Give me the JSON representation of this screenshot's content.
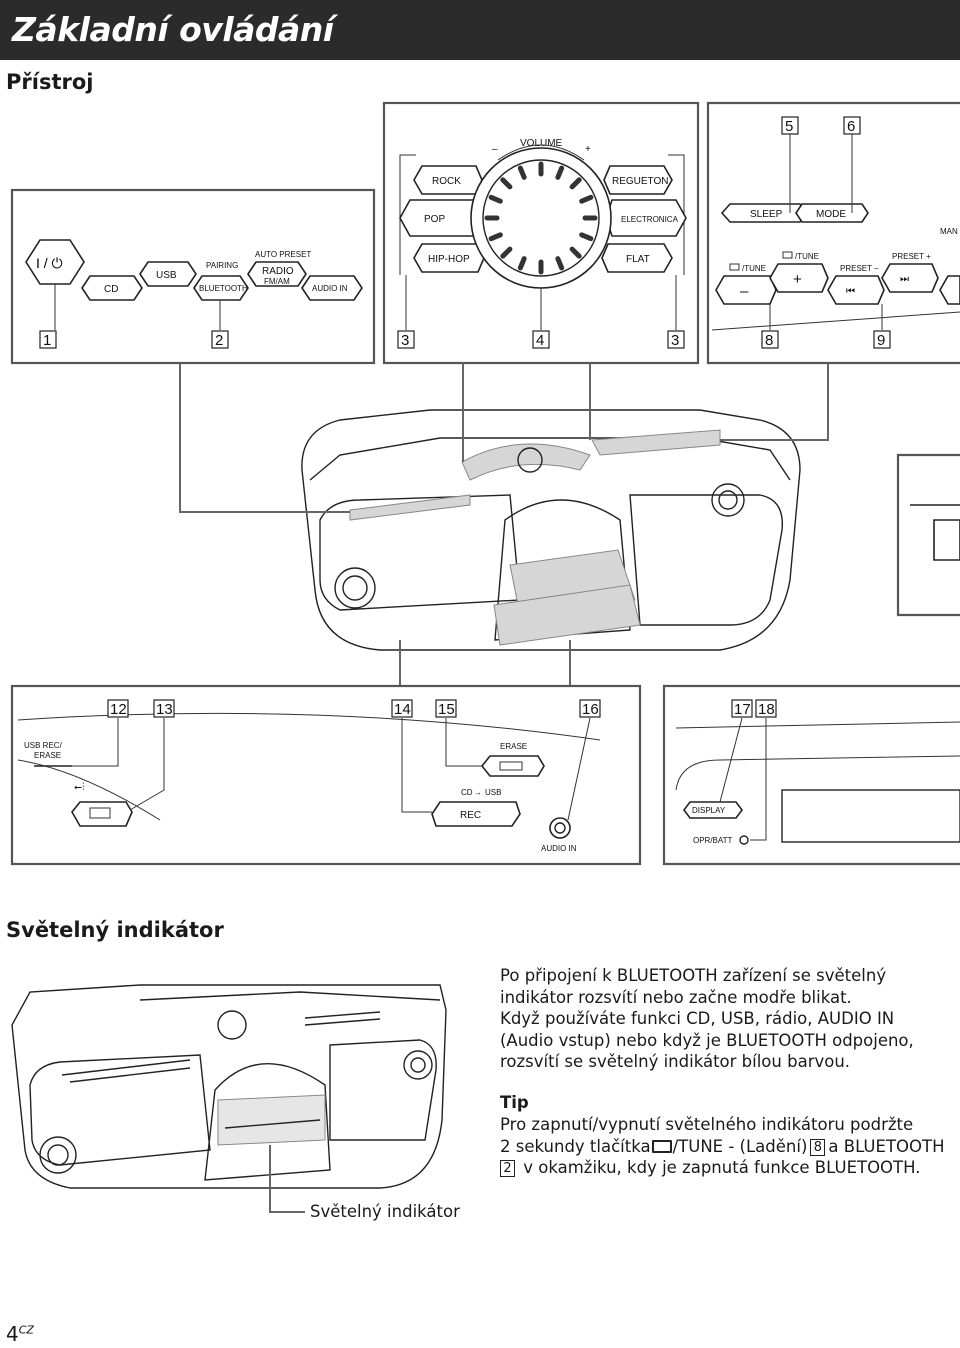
{
  "header": {
    "title": "Základní ovládání"
  },
  "section1": {
    "heading": "Přístroj"
  },
  "panel1": {
    "buttons": {
      "cd": "CD",
      "usb": "USB",
      "bluetooth": "BLUETOOTH",
      "pairing": "PAIRING",
      "radio": "RADIO",
      "fmam": "FM/AM",
      "auto_preset": "AUTO PRESET",
      "audio_in": "AUDIO IN"
    },
    "callouts": [
      "1",
      "2"
    ]
  },
  "panel2": {
    "volume": "VOLUME",
    "minus": "–",
    "plus": "+",
    "buttons": {
      "rock": "ROCK",
      "pop": "POP",
      "hiphop": "HIP-HOP",
      "regueton": "REGUETON",
      "electronica": "ELECTRONICA",
      "flat": "FLAT"
    },
    "callouts": [
      "3",
      "4",
      "3"
    ]
  },
  "panel3": {
    "buttons": {
      "sleep": "SLEEP",
      "mode": "MODE",
      "tune_minus": "/TUNE",
      "tune_plus": "/TUNE",
      "minus": "–",
      "plus": "+",
      "preset_minus": "PRESET –",
      "preset_plus": "PRESET +",
      "mani": "MAN"
    },
    "callouts": [
      "5",
      "6",
      "8",
      "9"
    ]
  },
  "panel4": {
    "labels": {
      "usb_rec_erase": "USB REC/",
      "erase2": "ERASE",
      "erase": "ERASE",
      "cd_usb": "CD",
      "cd_usb2": "USB",
      "rec": "REC",
      "audio_in": "AUDIO IN"
    },
    "callouts": [
      "12",
      "13",
      "14",
      "15",
      "16"
    ]
  },
  "panel5": {
    "labels": {
      "display": "DISPLAY",
      "opr_batt": "OPR/BATT"
    },
    "callouts": [
      "17",
      "18"
    ]
  },
  "section2": {
    "heading": "Světelný indikátor",
    "para_lines": [
      "Po připojení k BLUETOOTH zařízení se světelný",
      "indikátor rozsvítí nebo začne modře blikat.",
      "Když používáte funkci CD, USB, rádio, AUDIO IN",
      "(Audio vstup) nebo když je BLUETOOTH odpojeno,",
      "rozsvítí se světelný indikátor bílou barvou."
    ],
    "tip_heading": "Tip",
    "tip_line1": "Pro zapnutí/vypnutí světelného indikátoru podržte",
    "tip_line2_a": "2 sekundy tlačítka",
    "tip_line2_b": "/TUNE - (Ladění)",
    "tip_line2_num": "8",
    "tip_line2_c": "a BLUETOOTH",
    "tip_line3_num": "2",
    "tip_line3_b": "v okamžiku, kdy je zapnutá funkce BLUETOOTH.",
    "callout_label": "Světelný indikátor"
  },
  "footer": {
    "page": "4",
    "suffix": "CZ"
  }
}
